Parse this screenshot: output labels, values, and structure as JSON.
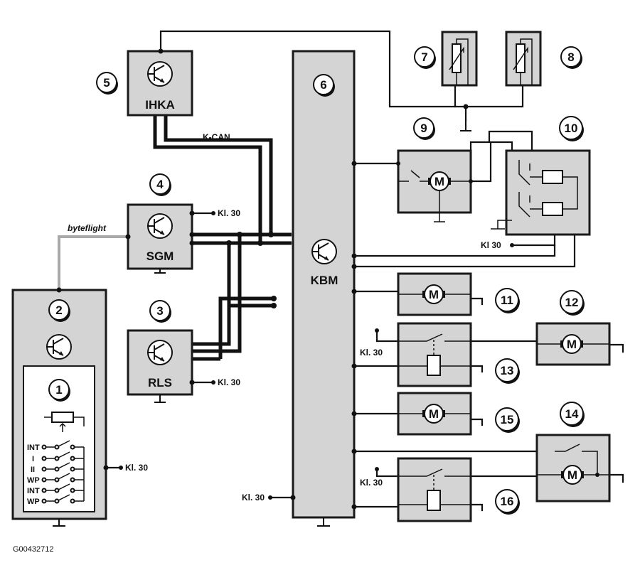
{
  "modules": {
    "ihka": "IHKA",
    "sgm": "SGM",
    "rls": "RLS",
    "kbm": "KBM",
    "motor": "M"
  },
  "signals": {
    "kcan": "K-CAN",
    "byteflight": "byteflight",
    "kl30": "Kl. 30",
    "kl30_short": "Kl 30"
  },
  "switch_labels": [
    "INT",
    "I",
    "II",
    "WP",
    "INT",
    "WP"
  ],
  "callouts": [
    "1",
    "2",
    "3",
    "4",
    "5",
    "6",
    "7",
    "8",
    "9",
    "10",
    "11",
    "12",
    "13",
    "14",
    "15",
    "16"
  ],
  "figure_code": "G00432712"
}
